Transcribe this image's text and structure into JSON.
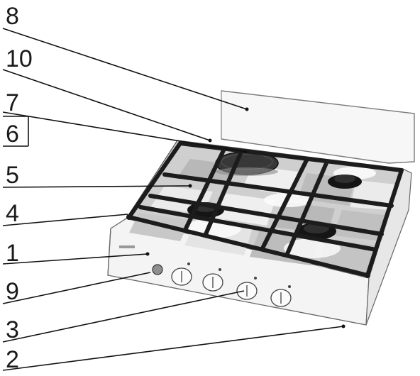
{
  "labels": {
    "l8": "8",
    "l10": "10",
    "l7": "7",
    "l6": "6",
    "l5": "5",
    "l4": "4",
    "l1": "1",
    "l9": "9",
    "l3": "3",
    "l2": "2"
  },
  "colors": {
    "grate": "#1c1c1c",
    "panel_top": "#d9d9d9",
    "panel_dark": "#b5b5b5",
    "body": "#f2f2f2",
    "outline": "#6a6a6a",
    "burner": "#151515",
    "hotplate": "#3a3a3a"
  }
}
